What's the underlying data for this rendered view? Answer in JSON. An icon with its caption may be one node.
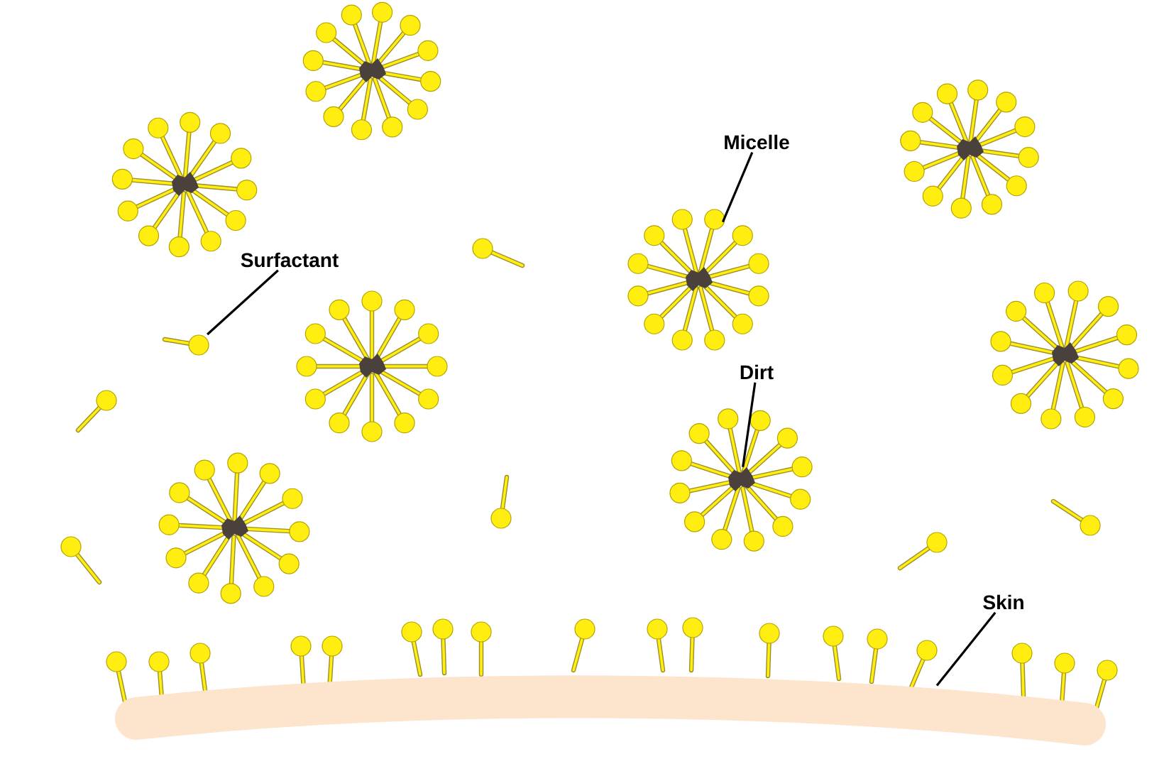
{
  "diagram": {
    "nodes": [
      {
        "text": [
          "Micelle"
        ]
      },
      {
        "text": [],
        "shape": "picture"
      },
      {
        "text": [
          "Surfactant"
        ]
      },
      {
        "text": [],
        "shape": "picture"
      },
      {
        "text": [
          "Dirt"
        ]
      },
      {
        "text": [],
        "shape": "picture"
      },
      {
        "text": [
          "Skin"
        ]
      },
      {
        "text": [],
        "shape": "bar"
      }
    ],
    "edges": [
      {
        "from": 0,
        "to": 1,
        "arrow": "none"
      },
      {
        "from": 2,
        "to": 3,
        "arrow": "none"
      },
      {
        "from": 4,
        "to": 5,
        "arrow": "none"
      },
      {
        "from": 6,
        "to": 7,
        "arrow": "none"
      }
    ]
  }
}
